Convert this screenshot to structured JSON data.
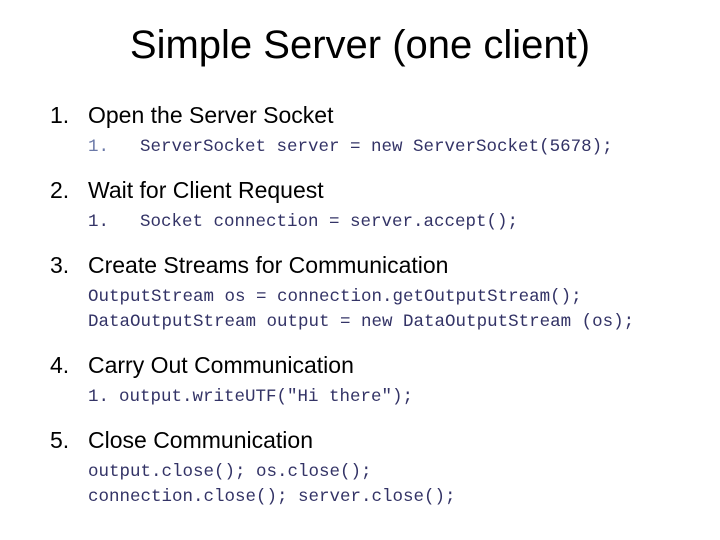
{
  "slide": {
    "title": "Simple Server (one client)",
    "sections": [
      {
        "number": "1.",
        "heading": "Open the Server Socket",
        "code": [
          {
            "num": "1.",
            "num_gap": "wide",
            "num_tone": "light",
            "text": "ServerSocket server = new ServerSocket(5678);"
          }
        ]
      },
      {
        "number": "2.",
        "heading": "Wait for Client Request",
        "code": [
          {
            "num": "1.",
            "num_gap": "wide",
            "num_tone": "dark",
            "text": "Socket connection = server.accept();"
          }
        ]
      },
      {
        "number": "3.",
        "heading": "Create Streams for Communication",
        "code": [
          {
            "text": "OutputStream os = connection.getOutputStream();"
          },
          {
            "text": "DataOutputStream output = new DataOutputStream (os);"
          }
        ]
      },
      {
        "number": "4.",
        "heading": "Carry Out Communication",
        "code": [
          {
            "num": "1.",
            "num_gap": "tight",
            "num_tone": "dark",
            "text": "output.writeUTF(\"Hi there\");"
          }
        ]
      },
      {
        "number": "5.",
        "heading": "Close Communication",
        "code": [
          {
            "text": "output.close(); os.close();"
          },
          {
            "text": "connection.close(); server.close();"
          }
        ]
      }
    ]
  },
  "colors": {
    "background": "#ffffff",
    "title_text": "#000000",
    "heading_text": "#000000",
    "code_text": "#333366",
    "code_number_light": "#6b79a8"
  }
}
